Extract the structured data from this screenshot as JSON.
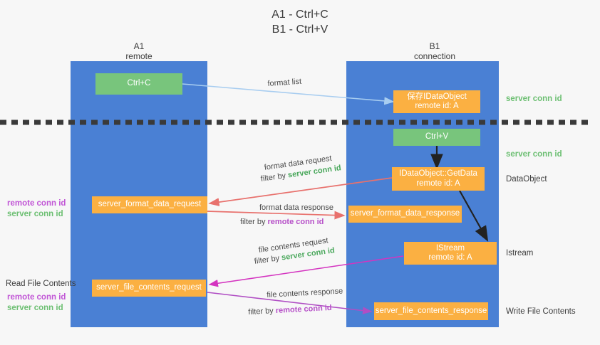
{
  "title": {
    "line1": "A1 - Ctrl+C",
    "line2": "B1 - Ctrl+V"
  },
  "columns": [
    {
      "name": "A1",
      "sub": "remote"
    },
    {
      "name": "B1",
      "sub": "connection"
    }
  ],
  "boxes": {
    "ctrl_c": {
      "line1": "Ctrl+C"
    },
    "save_idataobject": {
      "line1": "保存IDataObject",
      "line2": "remote id: A"
    },
    "ctrl_v": {
      "line1": "Ctrl+V"
    },
    "getdata": {
      "line1": "IDataObject::GetData",
      "line2": "remote id: A"
    },
    "server_format_data_request": {
      "line1": "server_format_data_request"
    },
    "server_format_data_response": {
      "line1": "server_format_data_response"
    },
    "istream": {
      "line1": "IStream",
      "line2": "remote id: A"
    },
    "server_file_contents_request": {
      "line1": "server_file_contents_request"
    },
    "server_file_contents_response": {
      "line1": "server_file_contents_response"
    }
  },
  "edge_labels": {
    "format_list": "format list",
    "format_data_request": "format data request",
    "format_data_request_filter_prefix": "filter by ",
    "format_data_request_filter_value": "server conn id",
    "format_data_response": "format data response",
    "format_data_response_filter_prefix": "filter by ",
    "format_data_response_filter_value": "remote conn id",
    "file_contents_request": "file contents request",
    "file_contents_request_filter_prefix": "filter by ",
    "file_contents_request_filter_value": "server conn id",
    "file_contents_response": "file contents response",
    "file_contents_response_filter_prefix": "filter by ",
    "file_contents_response_filter_value": "remote conn id"
  },
  "right_labels": {
    "server_conn_id_top": "server conn id",
    "server_conn_id_mid": "server conn id",
    "dataobject": "DataObject",
    "istream": "Istream",
    "write_file_contents": "Write File Contents"
  },
  "left_labels": {
    "remote_conn_id_1": "remote conn id",
    "server_conn_id_1": "server conn id",
    "read_file_contents": "Read File Contents",
    "remote_conn_id_2": "remote conn id",
    "server_conn_id_2": "server conn id"
  },
  "colors": {
    "background": "#f7f7f7",
    "column": "#4a80d4",
    "green_box": "#78c57c",
    "orange_box": "#fbb042",
    "arrow_light_blue": "#a8cdf0",
    "arrow_red": "#e8716d",
    "arrow_magenta": "#d434c0",
    "arrow_purple": "#b04ec4",
    "arrow_black": "#222222",
    "divider": "#3a3a3a",
    "green_text": "#6cbf72",
    "purple_text": "#c155d6"
  }
}
